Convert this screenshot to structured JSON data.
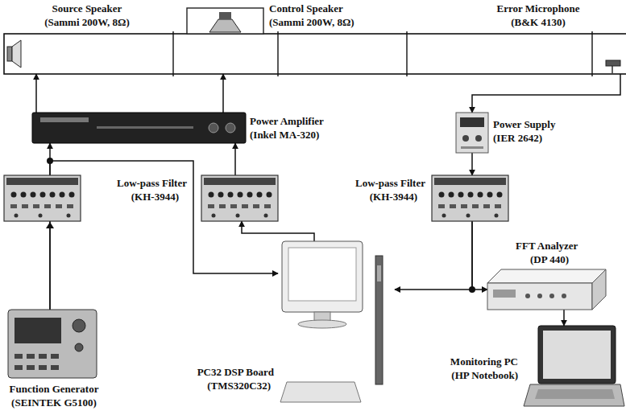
{
  "diagram": {
    "nodes": [
      {
        "text": [
          "Source Speaker",
          "(Sammi 200W, 8Ω)"
        ]
      },
      {
        "text": [
          "Control Speaker",
          "(Sammi 200W, 8Ω)"
        ]
      },
      {
        "text": [
          "Error Microphone",
          "(B&K 4130)"
        ]
      },
      {
        "text": [
          "Power Amplifier",
          "(Inkel MA-320)"
        ]
      },
      {
        "text": [
          "Power Supply",
          "(IER 2642)"
        ]
      },
      {
        "text": [
          "Low-pass Filter",
          "(KH-3944)"
        ]
      },
      {
        "text": [
          "Low-pass Filter",
          "(KH-3944)"
        ]
      },
      {
        "text": [
          "FFT Analyzer",
          "(DP 440)"
        ]
      },
      {
        "text": [
          "Function Generator",
          "(SEINTEK G5100)"
        ]
      },
      {
        "text": [
          "PC32 DSP Board",
          "(TMS320C32)"
        ]
      },
      {
        "text": [
          "Monitoring PC",
          "(HP Notebook)"
        ]
      }
    ],
    "edges": [
      {
        "from": 8,
        "to": 3,
        "arrow": "to"
      },
      {
        "from": 8,
        "to": 9,
        "arrow": "to"
      },
      {
        "from": 3,
        "to": 0,
        "arrow": "to"
      },
      {
        "from": 3,
        "to": 1,
        "arrow": "to"
      },
      {
        "from": 9,
        "to": 5,
        "arrow": "to"
      },
      {
        "from": 5,
        "to": 3,
        "arrow": "to"
      },
      {
        "from": 2,
        "to": 4,
        "arrow": "to"
      },
      {
        "from": 4,
        "to": 6,
        "arrow": "to"
      },
      {
        "from": 6,
        "to": 9,
        "arrow": "to"
      },
      {
        "from": 6,
        "to": 7,
        "arrow": "to"
      },
      {
        "from": 7,
        "to": 10,
        "arrow": "to"
      }
    ]
  }
}
